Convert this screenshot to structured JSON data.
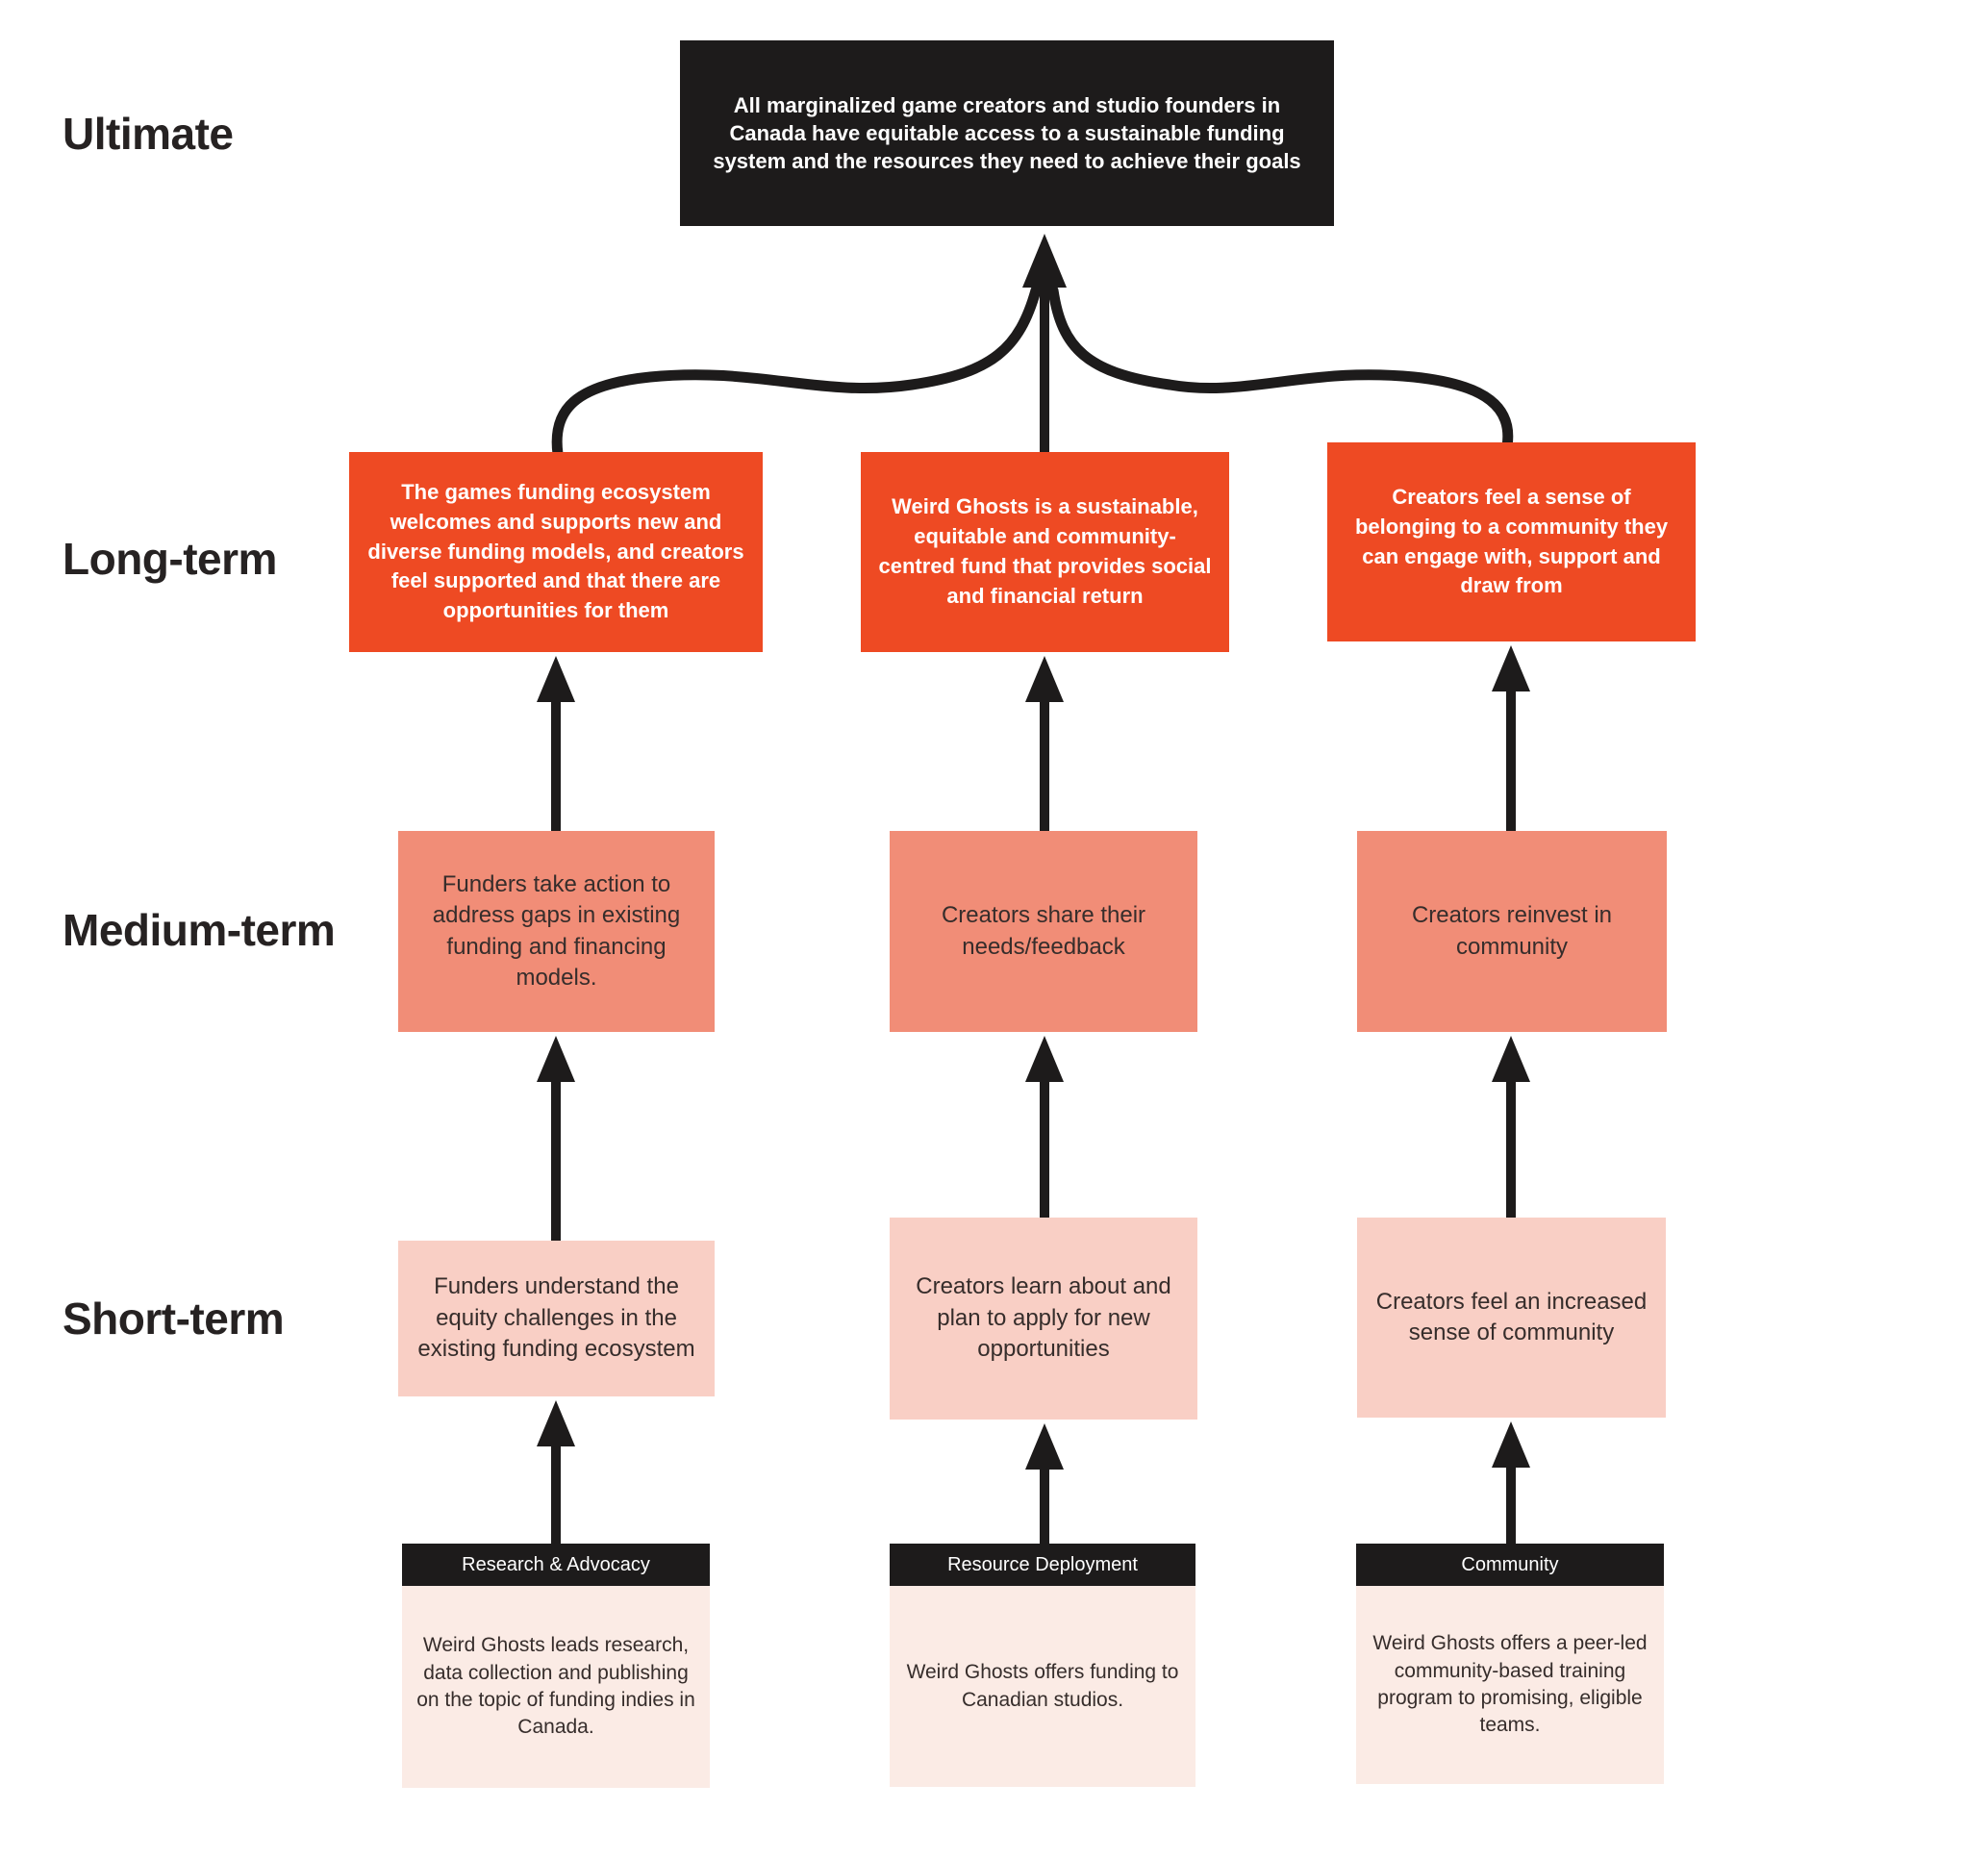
{
  "labels": {
    "ultimate": "Ultimate",
    "long": "Long-term",
    "medium": "Medium-term",
    "short": "Short-term"
  },
  "ultimate": {
    "text": "All marginalized game creators and studio founders in Canada have equitable access to a sustainable funding system and the resources they need to achieve their goals"
  },
  "columns": [
    {
      "long": "The games funding ecosystem welcomes and supports new and diverse funding models, and creators feel supported and that there are opportunities for them",
      "medium": "Funders take action to address gaps in existing funding and financing models.",
      "short": "Funders understand the equity challenges in the existing funding ecosystem",
      "activity_header": "Research & Advocacy",
      "activity_body": "Weird Ghosts leads research, data collection and publishing on the topic of funding indies in Canada."
    },
    {
      "long": "Weird Ghosts is a sustainable, equitable and community-centred fund that provides social and financial return",
      "medium": "Creators share their needs/feedback",
      "short": "Creators learn about and plan to apply for new opportunities",
      "activity_header": "Resource Deployment",
      "activity_body": "Weird Ghosts offers funding to Canadian studios."
    },
    {
      "long": "Creators feel a sense of belonging to a community they can engage with, support and draw from",
      "medium": "Creators reinvest in community",
      "short": "Creators feel an increased sense of community",
      "activity_header": "Community",
      "activity_body": "Weird Ghosts offers a peer-led community-based training program to promising, eligible teams."
    }
  ],
  "colors": {
    "ultimate_box": "#1d1b1b",
    "long_term_box": "#ee4a23",
    "medium_term_box": "#f18d77",
    "short_term_box": "#f9cfc5",
    "activity_header": "#1d1b1b",
    "activity_body": "#fbebe5",
    "arrow": "#1d1b1b",
    "text_dark": "#362d2b",
    "text_light": "#ffffff"
  }
}
